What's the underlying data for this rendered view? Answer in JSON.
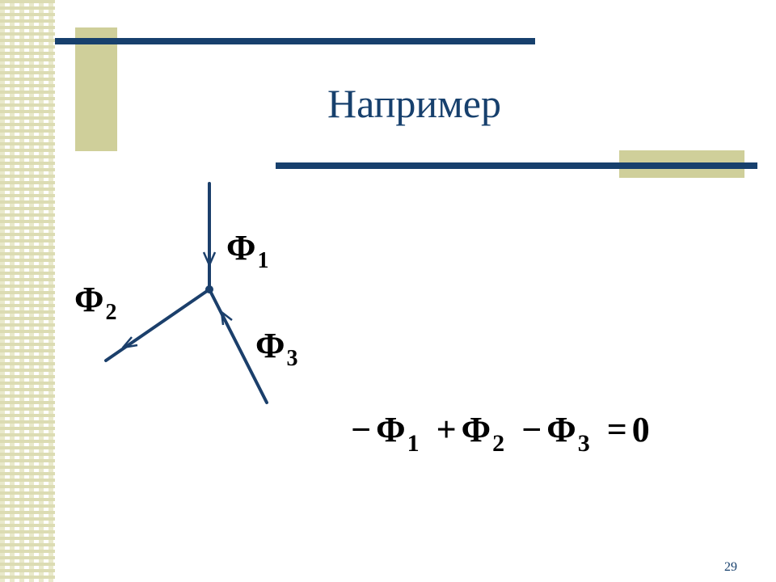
{
  "title": "Например",
  "labels": {
    "phi1": {
      "symbol": "Φ",
      "index": "1"
    },
    "phi2": {
      "symbol": "Φ",
      "index": "2"
    },
    "phi3": {
      "symbol": "Φ",
      "index": "3"
    }
  },
  "equation": {
    "terms": [
      {
        "sign": "−",
        "symbol": "Φ",
        "index": "1"
      },
      {
        "sign": "+",
        "symbol": "Φ",
        "index": "2"
      },
      {
        "sign": "−",
        "symbol": "Φ",
        "index": "3"
      }
    ],
    "equals": "=",
    "rhs": "0"
  },
  "page_number": "29",
  "colors": {
    "navy": "#17406d",
    "khaki": "#cfcf9a",
    "line": "#1b3f6b"
  }
}
